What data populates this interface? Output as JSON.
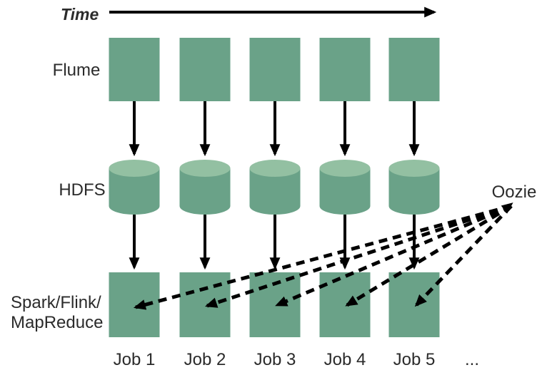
{
  "diagram": {
    "time_label": "Time",
    "row_labels": {
      "source": "Flume",
      "storage": "HDFS",
      "processing_line1": "Spark/Flink/",
      "processing_line2": "MapReduce"
    },
    "scheduler_label": "Oozie",
    "job_labels": [
      "Job 1",
      "Job 2",
      "Job 3",
      "Job 4",
      "Job 5"
    ],
    "ellipsis": "...",
    "node_shapes": {
      "source": "square",
      "storage": "cylinder",
      "processing": "square"
    }
  },
  "colors": {
    "node_fill": "#6aa288",
    "cylinder_top": "#93c0a2",
    "arrow": "#000000",
    "text": "#2b2b2b"
  }
}
